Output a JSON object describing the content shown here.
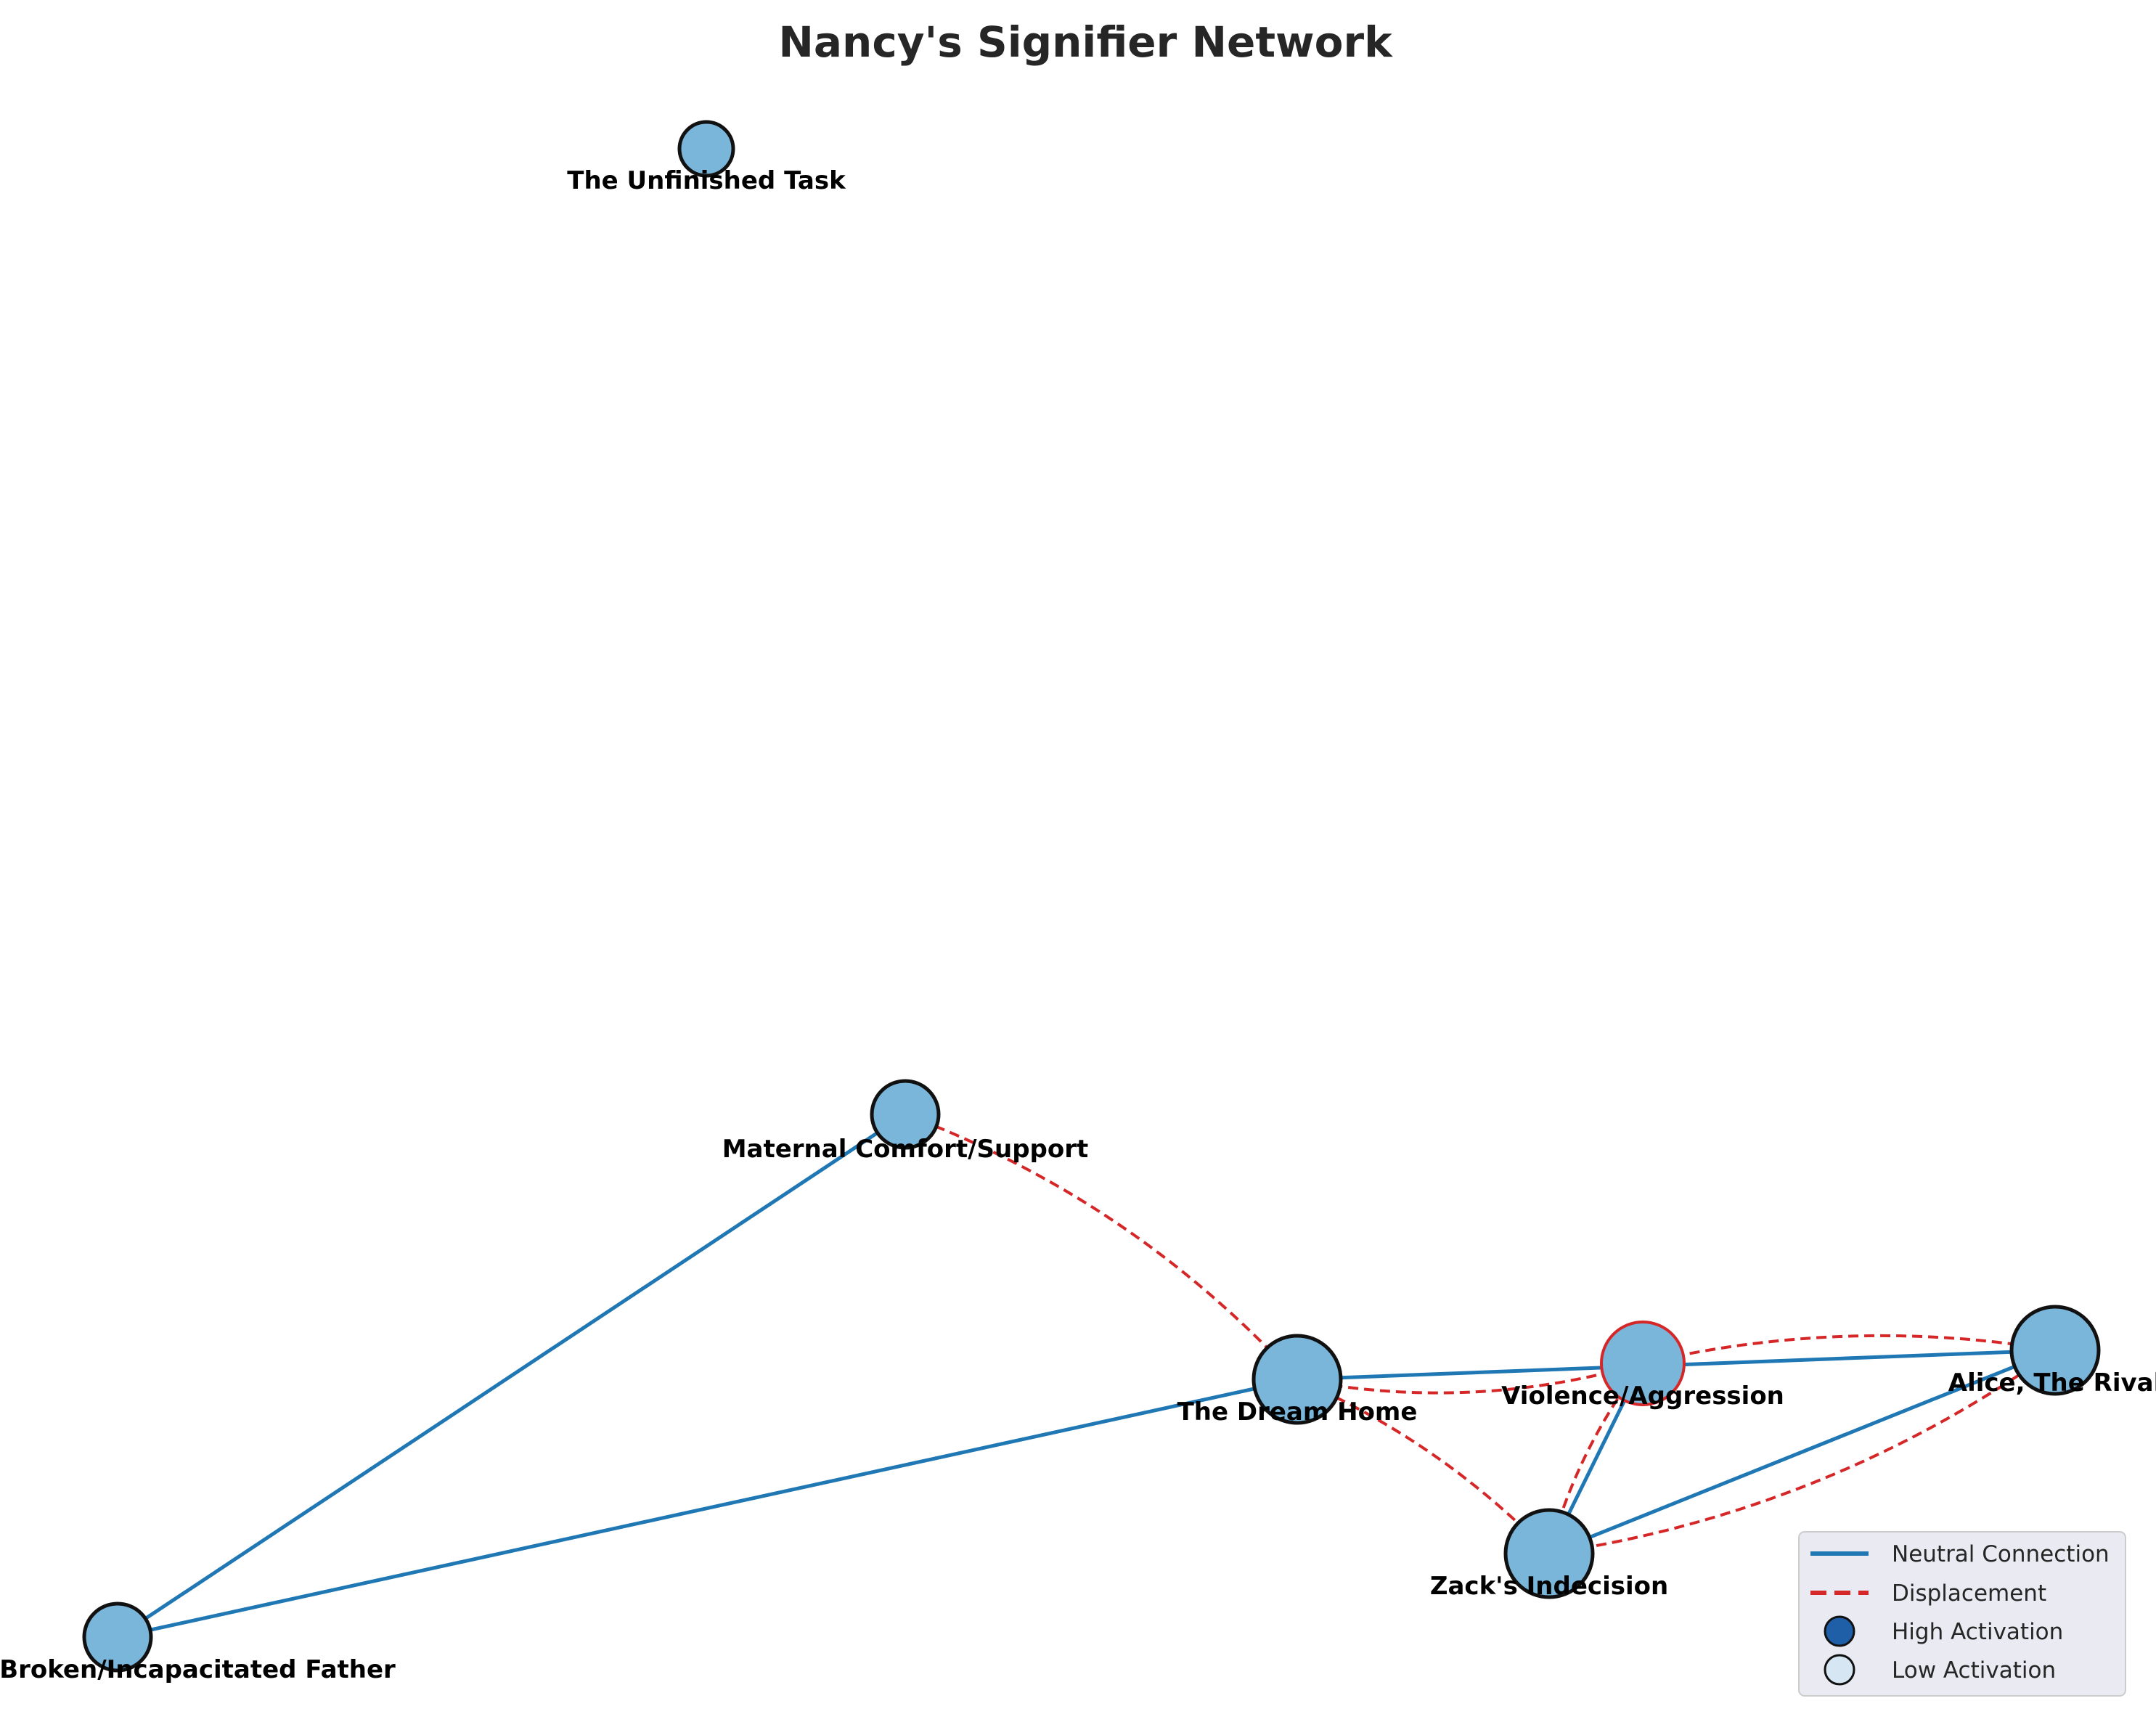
{
  "title": "Nancy's Signifier Network",
  "nodes": [
    {
      "id": "unfinished",
      "label": "The Unfinished Task"
    },
    {
      "id": "maternal",
      "label": "Maternal Comfort/Support"
    },
    {
      "id": "dream",
      "label": "The Dream Home"
    },
    {
      "id": "violence",
      "label": "Violence/Aggression"
    },
    {
      "id": "alice",
      "label": "Alice, The Rival"
    },
    {
      "id": "zack",
      "label": "Zack's Indecision"
    },
    {
      "id": "father",
      "label": "Broken/Incapacitated Father"
    }
  ],
  "edges": [
    {
      "from": "maternal",
      "to": "father",
      "type": "neutral"
    },
    {
      "from": "father",
      "to": "dream",
      "type": "neutral"
    },
    {
      "from": "alice",
      "to": "dream",
      "type": "neutral"
    },
    {
      "from": "violence",
      "to": "zack",
      "type": "neutral"
    },
    {
      "from": "zack",
      "to": "alice",
      "type": "neutral"
    },
    {
      "from": "maternal",
      "to": "dream",
      "type": "displacement"
    },
    {
      "from": "violence",
      "to": "dream",
      "type": "displacement"
    },
    {
      "from": "zack",
      "to": "dream",
      "type": "displacement"
    },
    {
      "from": "violence",
      "to": "alice",
      "type": "displacement"
    },
    {
      "from": "zack",
      "to": "alice",
      "type": "displacement"
    },
    {
      "from": "zack",
      "to": "violence",
      "type": "displacement"
    }
  ],
  "legend": {
    "neutral": "Neutral Connection",
    "displacement": "Displacement",
    "high": "High Activation",
    "low": "Low Activation"
  },
  "colors": {
    "neutral_edge": "#1f77b4",
    "displacement_edge": "#d62728",
    "node_fill": "#7ab5da",
    "node_stroke": "#111111",
    "highlight_stroke": "#d62728",
    "high_activation": "#1f5fa8",
    "low_activation": "#d6e6f3",
    "legend_bg": "#eaeaf2"
  }
}
